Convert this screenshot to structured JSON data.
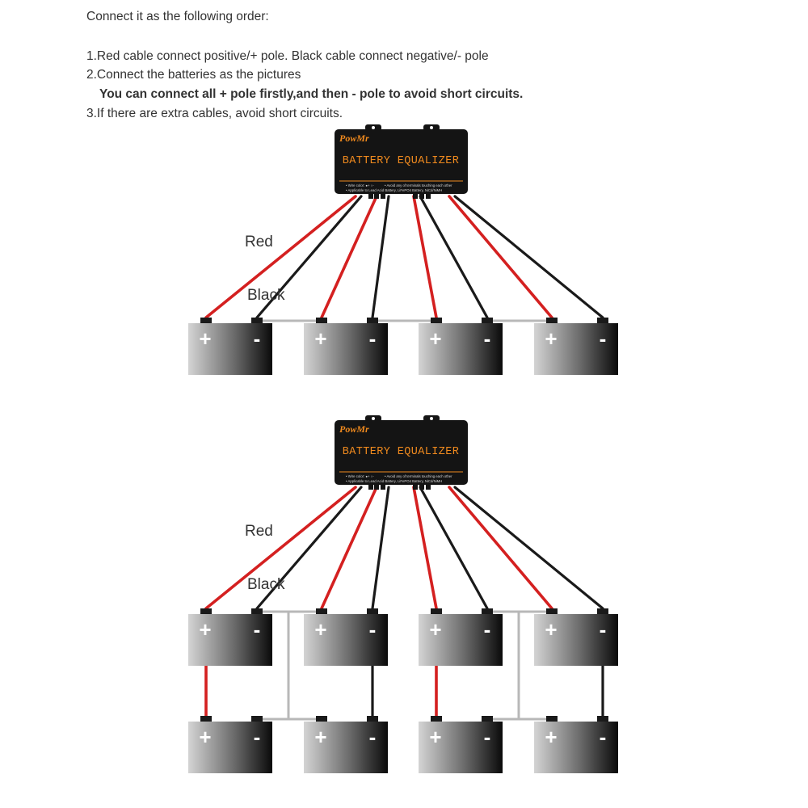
{
  "instructions": {
    "intro": "Connect it as the following order:",
    "step1": "1.Red cable connect positive/+ pole. Black cable connect negative/- pole",
    "step2": "2.Connect the batteries as the pictures",
    "step2_note": "You can connect all + pole firstly,and then - pole to avoid short circuits.",
    "step3": "3.If there are extra cables, avoid short circuits."
  },
  "equalizer": {
    "brand": "PowMr",
    "title": "BATTERY EQUALIZER",
    "note_1": "• Wire color: ●+ ○-",
    "note_2": "• Avoid any of terminals touching each other",
    "note_3": "• Applicable to Lead Acid Battery, LiFePO4 Battery, NiCd/NiMH"
  },
  "labels": {
    "red": "Red",
    "black": "Black",
    "plus": "+",
    "minus": "-"
  },
  "diagrams": [
    {
      "name": "series-4-batteries",
      "battery_count": 4,
      "layout": "single row"
    },
    {
      "name": "series-parallel-8-batteries",
      "battery_count": 8,
      "layout": "two rows"
    }
  ],
  "colors": {
    "red_wire": "#d42020",
    "black_wire": "#1a1a1a",
    "gray_link": "#b8b8b8",
    "equalizer_body": "#141414",
    "equalizer_accent": "#f08a1e",
    "battery_light": "#d4d4d4",
    "battery_dark": "#0a0a0a"
  }
}
